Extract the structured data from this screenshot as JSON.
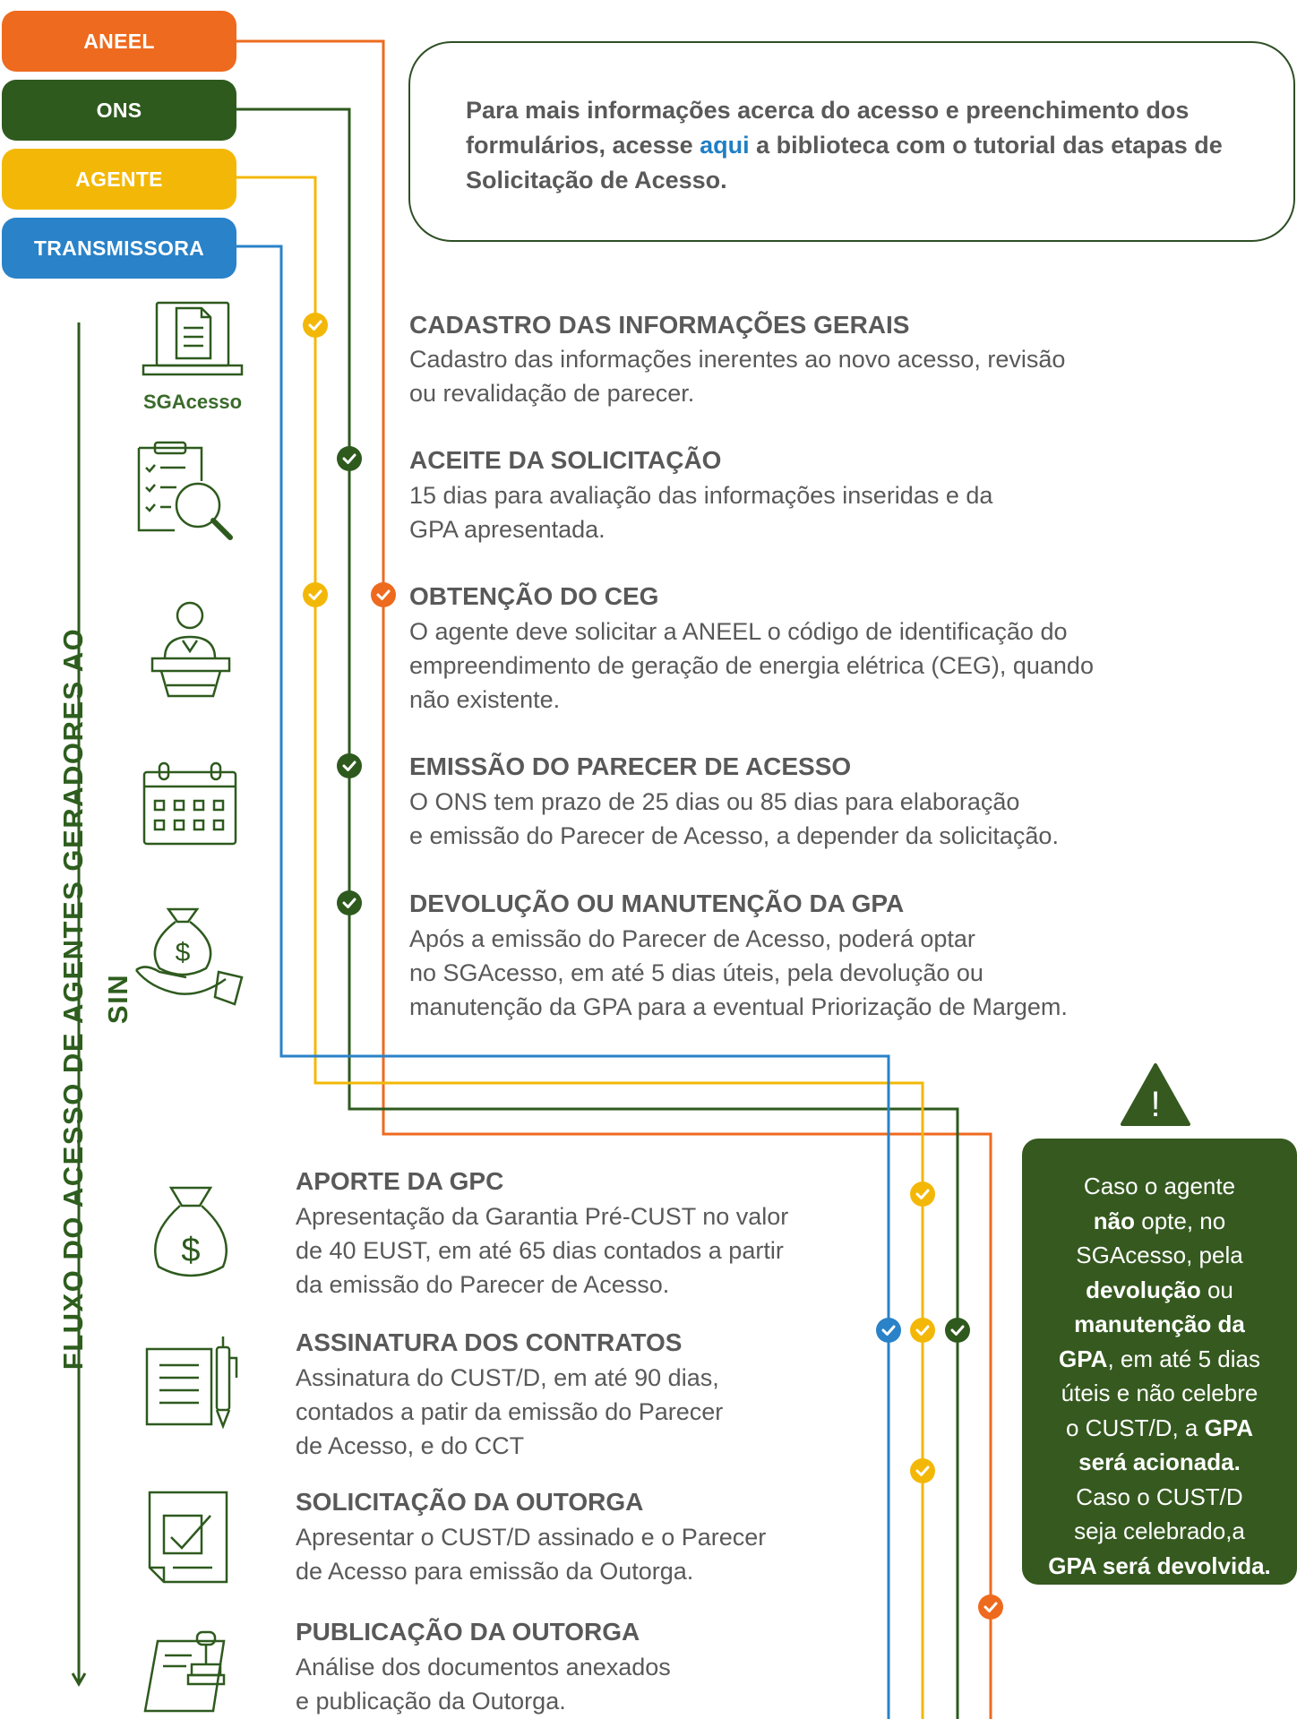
{
  "legend": {
    "aneel": "ANEEL",
    "ons": "ONS",
    "agente": "AGENTE",
    "transmissora": "TRANSMISSORA"
  },
  "colors": {
    "aneel": "#ee6a1e",
    "ons": "#2e5a1e",
    "agente": "#f3b807",
    "transmissora": "#2a82c8",
    "dark_green": "#35591f"
  },
  "info": {
    "before": "Para mais informações acerca do acesso e preenchimento dos formulários, acesse ",
    "link": "aqui",
    "after": " a biblioteca com o tutorial das etapas de Solicitação de Acesso."
  },
  "vertical_title": "FLUXO DO ACESSO DE AGENTES GERADORES AO SIN",
  "sgacesso_label": "SGAcesso",
  "steps": [
    {
      "title": "CADASTRO DAS INFORMAÇÕES GERAIS",
      "desc_lines": [
        "Cadastro das informações inerentes ao novo acesso, revisão",
        "ou revalidação de parecer."
      ],
      "icon": "laptop-document-icon"
    },
    {
      "title": "ACEITE DA SOLICITAÇÃO",
      "desc_lines": [
        "15 dias para avaliação das informações inseridas e da",
        "GPA apresentada."
      ],
      "icon": "checklist-magnifier-icon"
    },
    {
      "title": "OBTENÇÃO DO CEG",
      "desc_lines": [
        "O agente deve solicitar a ANEEL o código de identificação do",
        "empreendimento de geração de energia elétrica (CEG), quando",
        "não existente."
      ],
      "icon": "person-podium-icon"
    },
    {
      "title": "EMISSÃO DO PARECER DE ACESSO",
      "desc_lines": [
        "O ONS tem prazo de 25 dias ou 85 dias para elaboração",
        "e emissão do Parecer de Acesso, a depender da solicitação."
      ],
      "icon": "calendar-icon"
    },
    {
      "title": "DEVOLUÇÃO OU MANUTENÇÃO DA GPA",
      "desc_lines": [
        "Após a emissão do Parecer de Acesso, poderá optar",
        "no SGAcesso, em até 5 dias úteis,  pela devolução ou",
        "manutenção da GPA para a eventual Priorização de Margem."
      ],
      "icon": "hand-money-bag-icon"
    },
    {
      "title": "APORTE DA GPC",
      "desc_lines": [
        "Apresentação da Garantia Pré-CUST no valor",
        "de  40 EUST, em até 65 dias contados a partir",
        "da emissão do Parecer de Acesso."
      ],
      "icon": "money-bag-icon"
    },
    {
      "title": "ASSINATURA DOS CONTRATOS",
      "desc_lines": [
        "Assinatura do CUST/D, em até 90 dias,",
        "contados a patir da emissão do Parecer",
        "de Acesso, e do CCT"
      ],
      "icon": "document-pen-icon"
    },
    {
      "title": "SOLICITAÇÃO DA OUTORGA",
      "desc_lines": [
        "Apresentar o CUST/D assinado e o Parecer",
        "de Acesso para emissão da Outorga."
      ],
      "icon": "document-check-icon"
    },
    {
      "title": "PUBLICAÇÃO DA OUTORGA",
      "desc_lines": [
        "Análise dos documentos anexados",
        "e publicação da Outorga."
      ],
      "icon": "document-stamp-icon"
    }
  ],
  "warning": {
    "icon": "warning-triangle-icon",
    "mark": "!",
    "l1": "Caso o agente",
    "l2a": "não",
    "l2b": " opte, no",
    "l3": "SGAcesso, pela",
    "l4a": "devolução",
    "l4b": "  ou",
    "l5": "manutenção da",
    "l6a": "GPA",
    "l6b": ", em até 5 dias",
    "l7": "úteis e não celebre",
    "l8a": "o CUST/D, a ",
    "l8b": "GPA",
    "l9": "será acionada.",
    "l10": "Caso o CUST/D",
    "l11": "seja celebrado,a",
    "l12": "GPA será devolvida."
  }
}
